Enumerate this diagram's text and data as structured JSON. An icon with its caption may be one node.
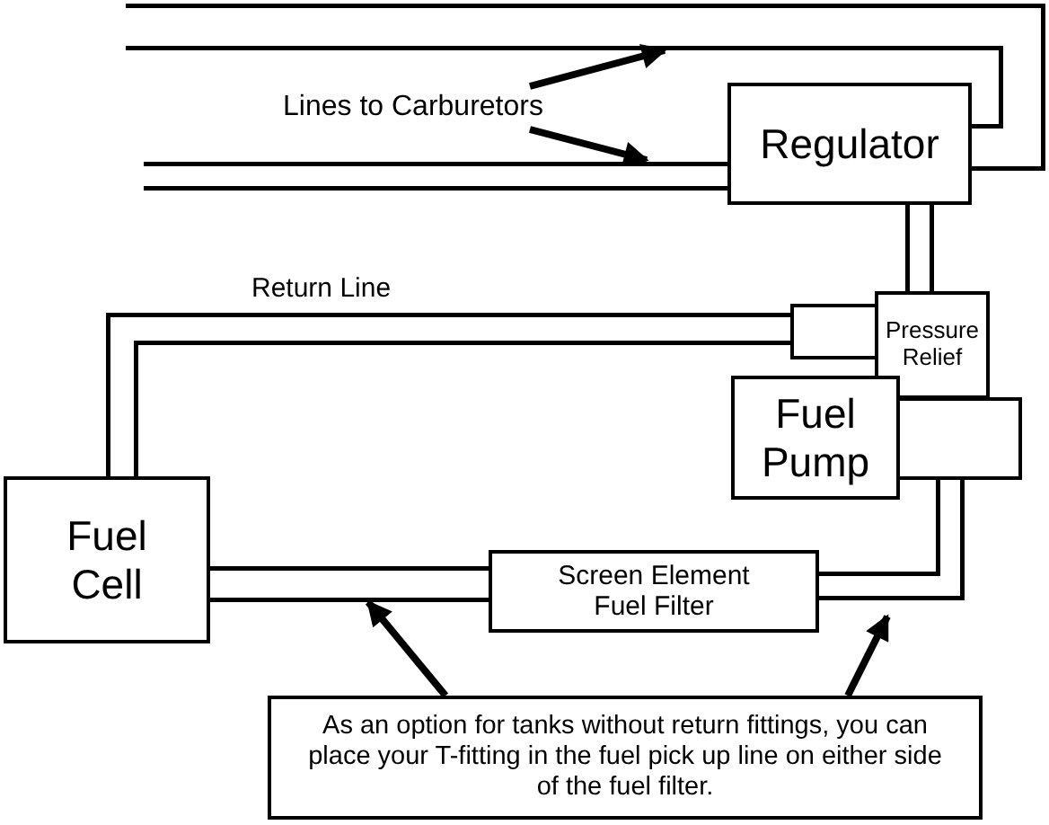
{
  "diagram": {
    "nodes": [
      {
        "text": [
          "Regulator"
        ]
      },
      {
        "text": [
          "Pressure Relief"
        ]
      },
      {
        "text": [],
        "shape": "box"
      },
      {
        "text": [
          "Fuel Pump"
        ]
      },
      {
        "text": [],
        "shape": "box"
      },
      {
        "text": [
          "Fuel Cell"
        ]
      },
      {
        "text": [
          "Screen Element Fuel Filter"
        ]
      },
      {
        "text": [
          "As an option for tanks without return fittings, you can place your T-fitting in the fuel pick up line on either side of the fuel filter."
        ]
      },
      {
        "text": [
          "Lines to Carburetors"
        ]
      }
    ],
    "edges": [
      {
        "from": 0,
        "to": null,
        "arrow": "none"
      },
      {
        "from": 0,
        "to": null,
        "arrow": "none"
      },
      {
        "from": 0,
        "to": 1,
        "arrow": "none"
      },
      {
        "from": 2,
        "to": 5,
        "arrow": "none",
        "label": "Return Line"
      },
      {
        "from": 5,
        "to": 6,
        "arrow": "none"
      },
      {
        "from": 6,
        "to": 4,
        "arrow": "none"
      },
      {
        "from": 8,
        "to": null,
        "arrow": "to"
      },
      {
        "from": 8,
        "to": null,
        "arrow": "to"
      },
      {
        "from": 7,
        "to": null,
        "arrow": "to"
      },
      {
        "from": 7,
        "to": null,
        "arrow": "to"
      }
    ]
  }
}
